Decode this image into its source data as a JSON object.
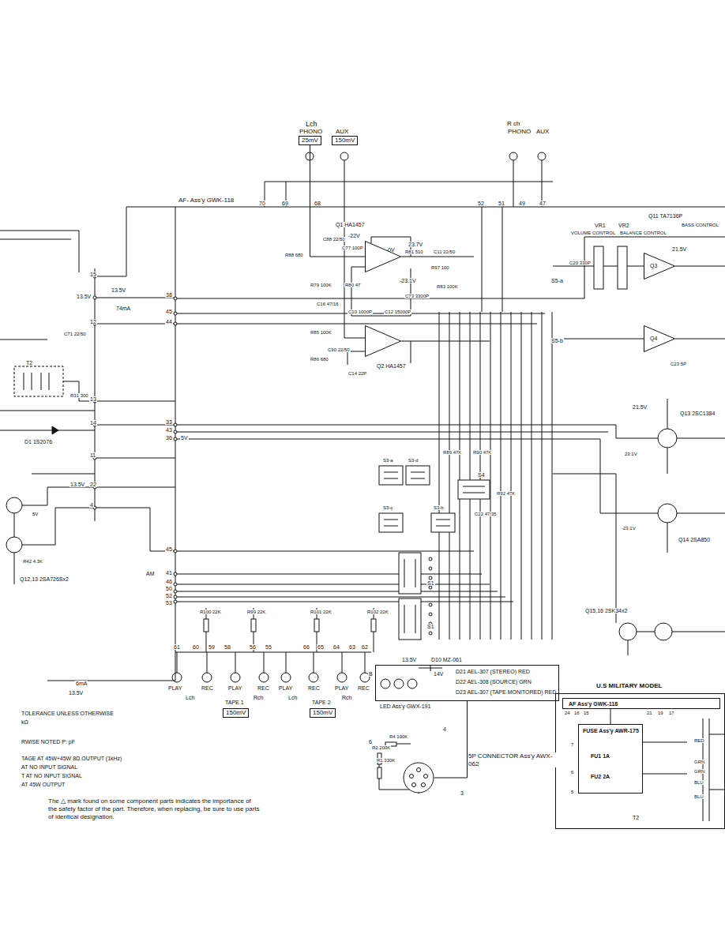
{
  "diagram": {
    "nodes": [
      {
        "text": [
          "25mV"
        ]
      },
      {
        "text": [
          "150mV"
        ]
      },
      {
        "text": [
          "Q1 HA1457"
        ]
      },
      {
        "text": [
          "Q3"
        ]
      },
      {
        "text": [
          "Q2 HA1457"
        ]
      },
      {
        "text": [
          "Q4"
        ]
      },
      {
        "text": [
          "D21 AEL-307 (STEREO) RED",
          "D22 AEL-308 (SOURCE) GRN",
          "D23 AEL-307 (TAPE MONITORED) RED",
          "LED Ass'y GWX-191"
        ]
      },
      {
        "text": [
          "150mV"
        ]
      },
      {
        "text": [
          "150mV"
        ]
      },
      {
        "text": [
          "U.S MILITARY MODEL"
        ]
      },
      {
        "text": [
          "AF Ass'y GWK-118"
        ],
        "in": 9
      },
      {
        "text": [
          "FUSE Ass'y AWR-175",
          "FU1 1A",
          "FU2 2A"
        ],
        "in": 9
      },
      {
        "text": [
          "5P CONNECTOR Ass'y AWX-062"
        ]
      }
    ],
    "edges": [
      {
        "from": 0,
        "to": 2,
        "arrow": "none"
      },
      {
        "from": 6,
        "to": 12,
        "arrow": "none"
      },
      {
        "from": 11,
        "to": 10,
        "arrow": "none"
      }
    ],
    "labels": [
      "Lch",
      "PHONO",
      "AUX",
      "R ch",
      "PHONO",
      "AUX",
      "AF- Ass'y GWK-118",
      "70",
      "69",
      "68",
      "52",
      "51",
      "49",
      "47",
      "-22V",
      "23.7V",
      "0V",
      "-23.1V",
      "R88 680",
      "C88 22/50",
      "C77 100P",
      "R80 47",
      "R79 100K",
      "C10 1000P",
      "C12 15000P",
      "R97 100",
      "R81 510",
      "C11 22/50",
      "C73 3300P",
      "R83 100K",
      "C16 47/16",
      "R85 100K",
      "R86 680",
      "C90 22/50",
      "C14 22P",
      "VR1",
      "VOLUME CONTROL",
      "VR2",
      "BALANCE CONTROL",
      "Q11 TA7136P",
      "BASS CONTROL",
      "C20 330P",
      "S5-a",
      "S5-b",
      "21.5V",
      "C23 5P",
      "21.5V",
      "Q13 2SC1384",
      "Q14 2SA850",
      "-23.1V",
      "23.1V",
      "Q15,16 2SK34x2",
      "15",
      "13.5V",
      "13.5V",
      "74mA",
      "38",
      "45",
      "44",
      "12",
      "C71 22/50",
      "T2",
      "R31 300",
      "13",
      "14",
      "D1 1S2076",
      "33",
      "43",
      "36",
      "5V",
      "11",
      "13.5V",
      "22",
      "4",
      "5V",
      "R42 4.3K",
      "Q12,13 2SA726Sx2",
      "45",
      "AM",
      "41",
      "46",
      "50",
      "52",
      "53",
      "6mA",
      "13.5V",
      "S3-a",
      "S3-d",
      "S4",
      "S3-c",
      "S3-b",
      "R89 47K",
      "R90 47K",
      "R92 47K",
      "C22 47/35",
      "S1",
      "S1",
      "R100 22K",
      "R99 22K",
      "R101 22K",
      "R102 22K",
      "13.5V",
      "D10 MZ-061",
      "14V",
      "B",
      "61",
      "60",
      "59",
      "58",
      "56",
      "55",
      "66",
      "65",
      "64",
      "63",
      "62",
      "PLAY",
      "REC",
      "PLAY",
      "REC",
      "PLAY",
      "REC",
      "PLAY",
      "REC",
      "Lch",
      "TAPE 1",
      "Rch",
      "Lch",
      "TAPE 2",
      "Rch",
      "R4 100K",
      "R2 200K",
      "R1 330K",
      "4",
      "6",
      "3",
      "TOLERANCE UNLESS OTHERWISE",
      "kΩ",
      "RWISE NOTED P: pF",
      "TAGE AT 45W+45W 8Ω OUTPUT (1kHz)",
      "AT NO INPUT SIGNAL",
      "T AT NO INPUT SIGNAL",
      "AT 45W OUTPUT",
      "The △ mark found on some component parts indicates the importance of the safety factor of the part. Therefore, when replacing, be sure to use parts of identical designation.",
      "24",
      "16",
      "15",
      "21",
      "19",
      "17",
      "RED",
      "GRN",
      "GRN",
      "BLU",
      "BLU",
      "T2",
      "7",
      "6",
      "5"
    ]
  }
}
